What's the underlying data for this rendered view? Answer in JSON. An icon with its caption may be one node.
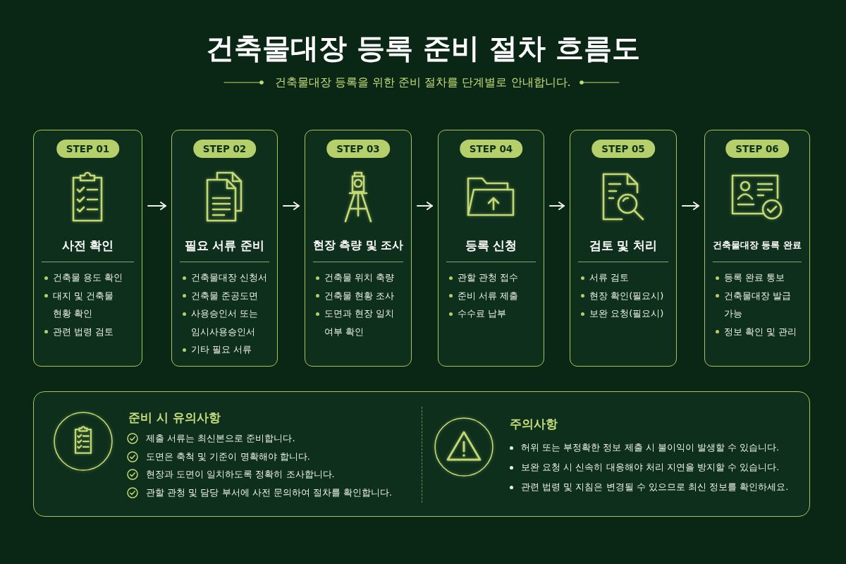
{
  "diagram": {
    "title": "건축물대장 등록 준비 절차 흐름도",
    "nodes": [
      {
        "text": [
          "STEP 01",
          "사전 확인",
          "건축물 용도 확인",
          "대지 및 건축물 현황 확인",
          "관련 법령 검토"
        ]
      },
      {
        "text": [
          "STEP 02",
          "필요 서류 준비",
          "건축물대장 신청서",
          "건축물 준공도면",
          "사용승인서 또는 임시사용승인서",
          "기타 필요 서류"
        ]
      },
      {
        "text": [
          "STEP 03",
          "현장 측량 및 조사",
          "건축물 위치 축량",
          "건축물 현황 조사",
          "도면과 현장 일치 여부 확인"
        ]
      },
      {
        "text": [
          "STEP 04",
          "등록 신청",
          "관할 관청 접수",
          "준비 서류 제출",
          "수수료 납부"
        ]
      },
      {
        "text": [
          "STEP 05",
          "검토 및 처리",
          "서류 검토",
          "현장 확인(필요시)",
          "보완 요청(필요시)"
        ]
      },
      {
        "text": [
          "STEP 06",
          "건축물대장 등록 완료",
          "등록 완료 통보",
          "건축물대장 발급 가능",
          "정보 확인 및 관리"
        ]
      },
      {
        "text": [
          "준비 시 유의사항",
          "제출 서류는 최신본으로 준비합니다.",
          "도면은 축척 및 기준이 명확해야 합니다.",
          "현장과 도면이 일치하도록 정확히 조사합니다.",
          "관할 관청 및 담당 부서에 사전 문의하여 절차를 확인합니다.",
          "주의사항",
          "허위 또는 부정확한 정보 제출 시 불이익이 발생할 수 있습니다.",
          "보완 요청 시 신속히 대응해야 처리 지연을 방지할 수 있습니다.",
          "관련 법령 및 지침은 변경될 수 있으므로 최신 정보를 확인하세요."
        ]
      }
    ],
    "edges": [
      {
        "from": 0,
        "to": 1,
        "arrow": "to"
      },
      {
        "from": 1,
        "to": 2,
        "arrow": "to"
      },
      {
        "from": 2,
        "to": 3,
        "arrow": "to"
      },
      {
        "from": 3,
        "to": 4,
        "arrow": "to"
      },
      {
        "from": 4,
        "to": 5,
        "arrow": "to"
      }
    ],
    "labels": [
      "건축물대장 등록을 위한 준비 절차를 단계별로 안내합니다."
    ]
  }
}
